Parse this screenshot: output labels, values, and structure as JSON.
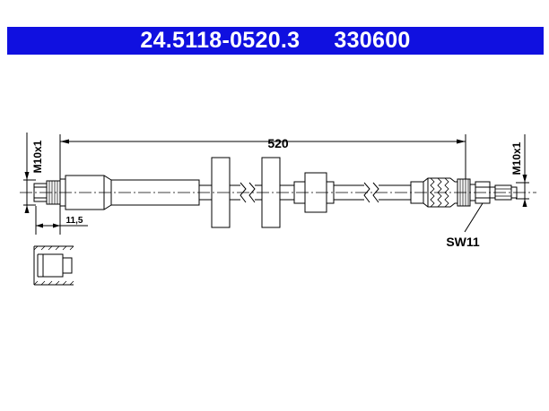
{
  "header": {
    "part_number": "24.5118-0520.3",
    "ref_number": "330600",
    "bg_color": "#1010e0"
  },
  "dimensions": {
    "length": "520",
    "left_thread": "M10x1",
    "right_thread": "M10x1",
    "left_offset": "11,5",
    "wrench_size": "SW11"
  }
}
